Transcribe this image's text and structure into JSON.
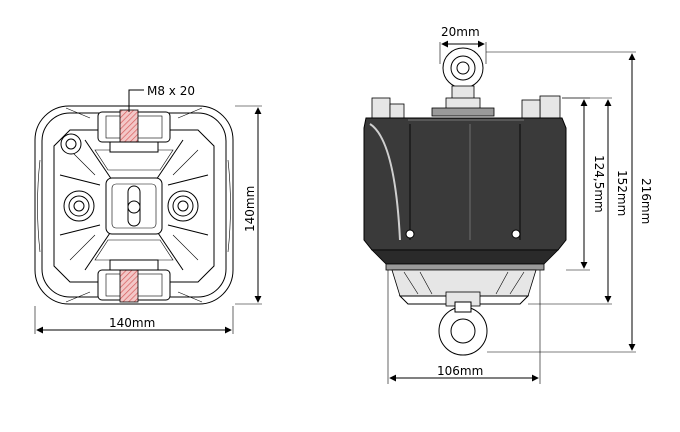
{
  "labels": {
    "bolt_spec": "M8 x 20",
    "top_width": "140mm",
    "top_height": "140mm",
    "eye_width": "20mm",
    "height_body": "124,5mm",
    "height_mid": "152mm",
    "height_total": "216mm",
    "base_width": "106mm"
  },
  "colors": {
    "line": "#000000",
    "bolt_hatch": "#e07070",
    "body": "#3a3a3a"
  }
}
